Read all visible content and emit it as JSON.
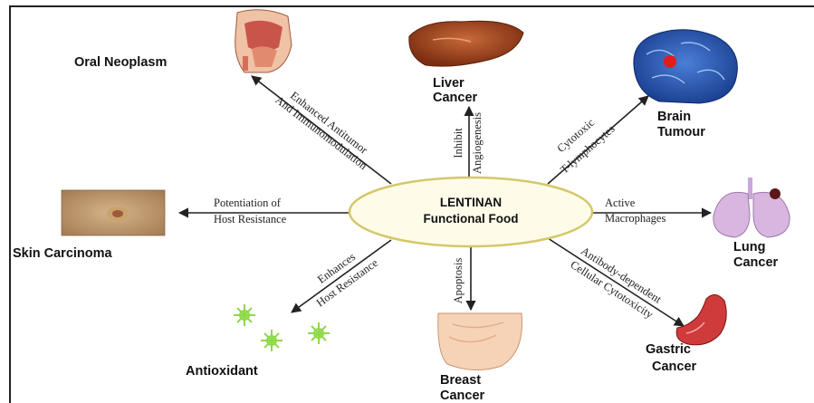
{
  "center": {
    "line1": "LENTINAN",
    "line2": "Functional Food"
  },
  "targets": {
    "oral_neoplasm": "Oral Neoplasm",
    "liver_cancer": [
      "Liver",
      "Cancer"
    ],
    "brain_tumour": [
      "Brain",
      "Tumour"
    ],
    "lung_cancer": [
      "Lung",
      "Cancer"
    ],
    "gastric_cancer": [
      "Gastric",
      "Cancer"
    ],
    "breast_cancer": [
      "Breast",
      "Cancer"
    ],
    "antioxidant": "Antioxidant",
    "skin_carcinoma": "Skin Carcinoma"
  },
  "mechanisms": {
    "oral": [
      "Enhanced Antitumor",
      "And Immunomodulation"
    ],
    "liver": [
      "Inhibit",
      "Angiogenesis"
    ],
    "brain": [
      "Cytotoxic",
      "T-lymphocytes"
    ],
    "lung": [
      "Active",
      "Macrophages"
    ],
    "gastric": [
      "Antibody-dependent",
      "Cellular Cytotoxicity"
    ],
    "breast": [
      "Apoptosis"
    ],
    "antioxidant": [
      "Enhances",
      "Host Resistance"
    ],
    "skin": [
      "Potentiation of",
      "Host Resistance"
    ]
  },
  "colors": {
    "ellipse_stroke": "#d4c86a",
    "ellipse_fill": "#fefce9",
    "arrow": "#222222"
  }
}
